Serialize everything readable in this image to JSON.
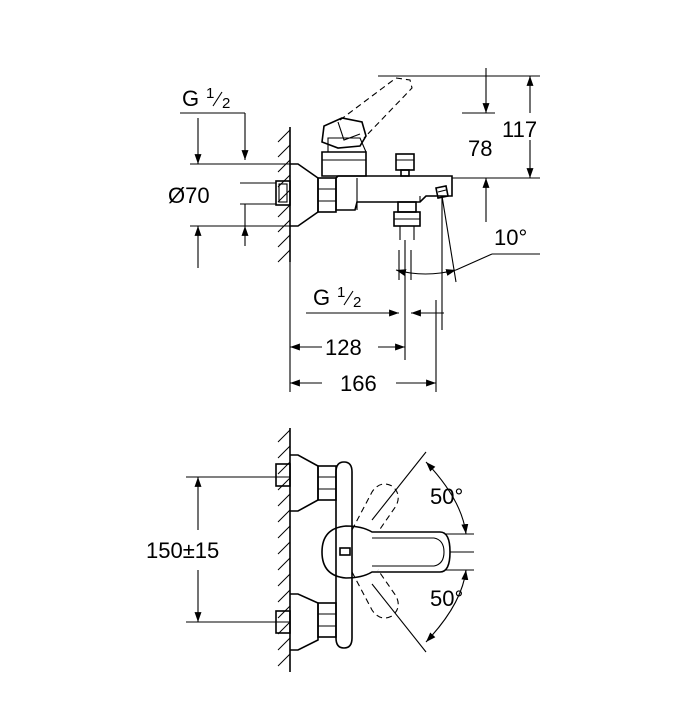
{
  "side_view": {
    "g_top": {
      "g": "G",
      "num": "1",
      "den": "2"
    },
    "diameter": "Ø70",
    "dim_78": "78",
    "dim_117": "117",
    "angle_10": "10°",
    "g_bottom": {
      "g": "G",
      "num": "1",
      "den": "2"
    },
    "dim_128": "128",
    "dim_166": "166"
  },
  "front_view": {
    "dim_150": "150±15",
    "angle_top": "50°",
    "angle_bottom": "50°"
  }
}
